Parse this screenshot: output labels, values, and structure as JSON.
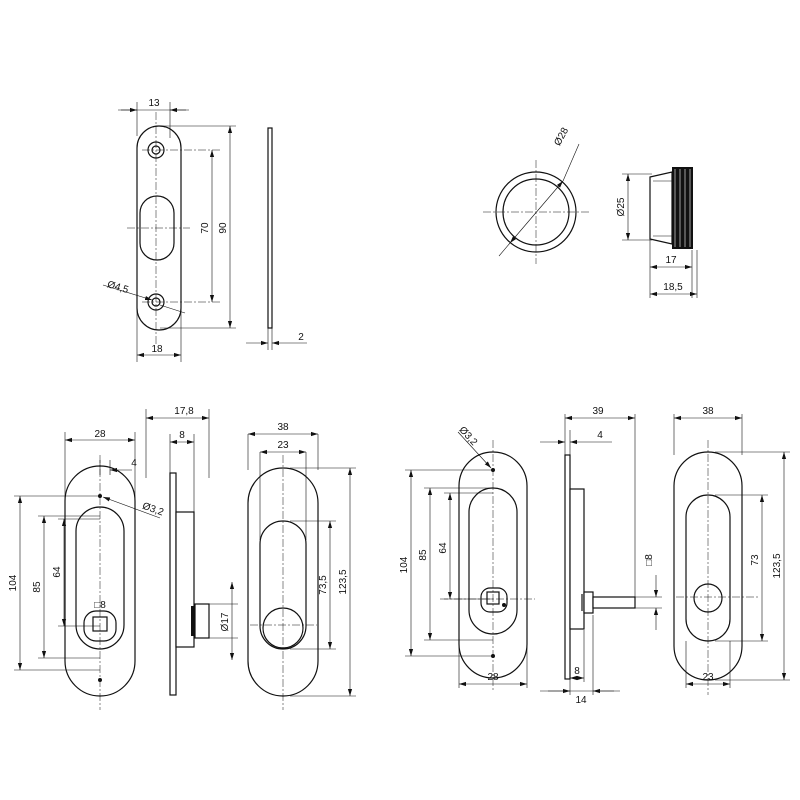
{
  "view1": {
    "d_width_top": "13",
    "d_height_inner": "70",
    "d_height_outer": "90",
    "d_hole": "Ø4,5",
    "d_width_bottom": "18",
    "d_thickness": "2"
  },
  "view2": {
    "d_outer": "Ø28",
    "d_body": "Ø25",
    "d_depth_short": "17",
    "d_depth_total": "18,5"
  },
  "view3": {
    "d_plate_width": "28",
    "d_total_depth": "17,8",
    "d_depth_8": "8",
    "d_offset": "4",
    "d_screw": "Ø3,2",
    "d_square": "□8",
    "d_h_total": "104",
    "d_h_85": "85",
    "d_h_64": "64",
    "d_knob": "Ø17",
    "d_front_width": "38",
    "d_inner_width": "23",
    "d_inner_h": "73,5",
    "d_front_h": "123,5"
  },
  "view4": {
    "d_screw": "Ø3,2",
    "d_h_total": "104",
    "d_h_85": "85",
    "d_h_64": "64",
    "d_plate_width": "28",
    "d_total_depth": "39",
    "d_offset": "4",
    "d_square": "□8",
    "d_depth_8": "8",
    "d_depth_14": "14",
    "d_front_width": "38",
    "d_inner_h": "73",
    "d_front_h": "123,5",
    "d_inner_width": "23"
  }
}
